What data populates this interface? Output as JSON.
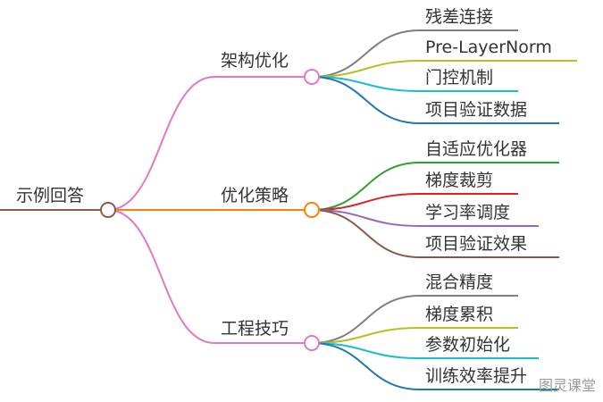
{
  "root": {
    "label": "示例回答",
    "color": "#8a5a4a"
  },
  "branches": [
    {
      "label": "架构优化",
      "color": "#e377c2",
      "children": [
        {
          "label": "残差连接",
          "color": "#7f7f7f"
        },
        {
          "label": "Pre-LayerNorm",
          "color": "#bcbd22"
        },
        {
          "label": "门控机制",
          "color": "#17becf"
        },
        {
          "label": "项目验证数据",
          "color": "#1f77b4"
        }
      ]
    },
    {
      "label": "优化策略",
      "color": "#ff7f0e",
      "children": [
        {
          "label": "自适应优化器",
          "color": "#2ca02c"
        },
        {
          "label": "梯度裁剪",
          "color": "#d62728"
        },
        {
          "label": "学习率调度",
          "color": "#9467bd"
        },
        {
          "label": "项目验证效果",
          "color": "#8c564b"
        }
      ]
    },
    {
      "label": "工程技巧",
      "color": "#e377c2",
      "children": [
        {
          "label": "混合精度",
          "color": "#7f7f7f"
        },
        {
          "label": "梯度累积",
          "color": "#bcbd22"
        },
        {
          "label": "参数初始化",
          "color": "#17becf"
        },
        {
          "label": "训练效率提升",
          "color": "#1f77b4"
        }
      ]
    }
  ],
  "watermark": "图灵课堂"
}
